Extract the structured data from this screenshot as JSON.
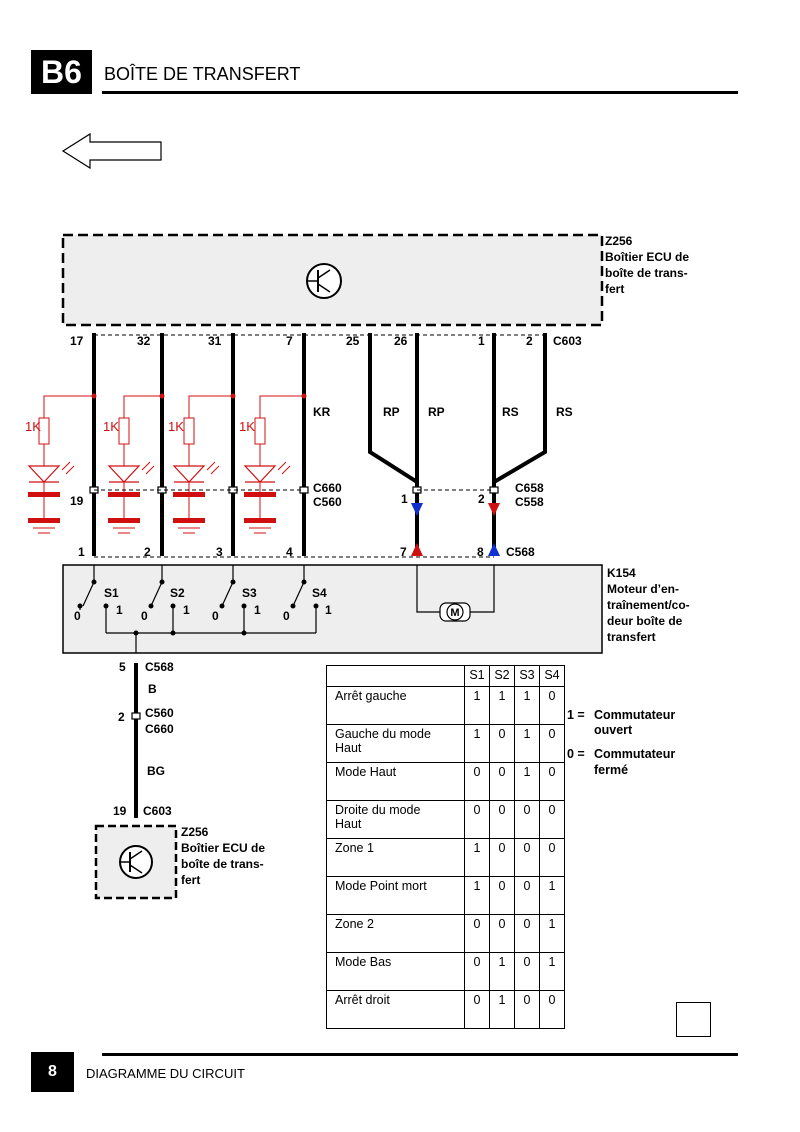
{
  "header": {
    "badge": "B6",
    "title": "BOÎTE DE TRANSFERT"
  },
  "footer": {
    "page_number": "8",
    "label": "DIAGRAMME DU CIRCUIT"
  },
  "nav": {
    "icon": "left-arrow-icon"
  },
  "ecu_top": {
    "id": "Z256",
    "line1": "Boîtier ECU de",
    "line2": "boîte de trans-",
    "line3": "fert"
  },
  "ecu_pins": [
    "17",
    "32",
    "31",
    "7",
    "25",
    "26",
    "1",
    "2"
  ],
  "ecu_connector": "C603",
  "wire_colors": {
    "kr": "KR",
    "rp1": "RP",
    "rp2": "RP",
    "rs1": "RS",
    "rs2": "RS"
  },
  "resistor_label": "1K",
  "connectors": {
    "c660": "C660",
    "c560": "C560",
    "c658": "C658",
    "c558": "C558",
    "c568": "C568",
    "pin19": "19",
    "pin1": "1",
    "pin2": "2"
  },
  "module_pins": [
    "1",
    "2",
    "3",
    "4",
    "7",
    "8"
  ],
  "module": {
    "id": "K154",
    "line1": "Moteur d’en-",
    "line2": "traînement/co-",
    "line3": "deur boîte de",
    "line4": "transfert"
  },
  "switches": [
    "S1",
    "S2",
    "S3",
    "S4"
  ],
  "switch_pos": {
    "zero": "0",
    "one": "1"
  },
  "motor_symbol": "M",
  "lower_wire": {
    "pin5": "5",
    "c568": "C568",
    "color1": "B",
    "pin2": "2",
    "c560": "C560",
    "c660": "C660",
    "color2": "BG",
    "pin19": "19",
    "c603": "C603"
  },
  "ecu_bottom": {
    "id": "Z256",
    "line1": "Boîtier ECU de",
    "line2": "boîte de trans-",
    "line3": "fert"
  },
  "logic_table": {
    "headers": [
      "S1",
      "S2",
      "S3",
      "S4"
    ],
    "rows": [
      {
        "l1": "Arrêt gauche",
        "l2": "",
        "v": [
          "1",
          "1",
          "1",
          "0"
        ]
      },
      {
        "l1": "Gauche du mode",
        "l2": "Haut",
        "v": [
          "1",
          "0",
          "1",
          "0"
        ]
      },
      {
        "l1": "Mode Haut",
        "l2": "",
        "v": [
          "0",
          "0",
          "1",
          "0"
        ]
      },
      {
        "l1": "Droite du mode",
        "l2": "Haut",
        "v": [
          "0",
          "0",
          "0",
          "0"
        ]
      },
      {
        "l1": "Zone 1",
        "l2": "",
        "v": [
          "1",
          "0",
          "0",
          "0"
        ]
      },
      {
        "l1": "Mode Point mort",
        "l2": "",
        "v": [
          "1",
          "0",
          "0",
          "1"
        ]
      },
      {
        "l1": "Zone 2",
        "l2": "",
        "v": [
          "0",
          "0",
          "0",
          "1"
        ]
      },
      {
        "l1": "Mode Bas",
        "l2": "",
        "v": [
          "0",
          "1",
          "0",
          "1"
        ]
      },
      {
        "l1": "Arrêt droit",
        "l2": "",
        "v": [
          "0",
          "1",
          "0",
          "0"
        ]
      }
    ]
  },
  "legend": {
    "one_key": "1 =",
    "one_l1": "Commutateur",
    "one_l2": "ouvert",
    "zero_key": "0 =",
    "zero_l1": "Commutateur",
    "zero_l2": "fermé"
  },
  "colors": {
    "led": "#d01010",
    "arrow_blue": "#1030d0",
    "arrow_red": "#d01010",
    "box_fill": "#eeeeee"
  }
}
